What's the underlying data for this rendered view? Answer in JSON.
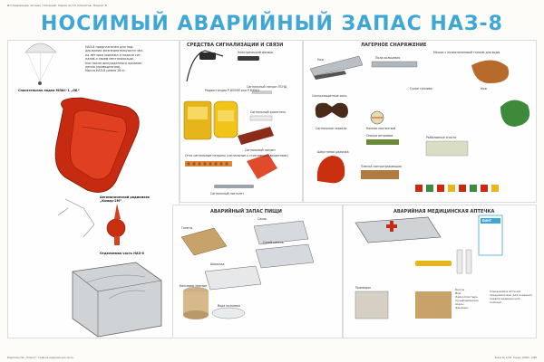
{
  "header": {
    "caption": "Исследование личных спасений. Серия из 10 плакатов. Плакат 8",
    "title": "НОСИМЫЙ АВАРИЙНЫЙ ЗАПАС НАЗ-8"
  },
  "intro": {
    "text_lines": [
      "НАЗ-8 предназначен для под-",
      "держания жизнедеятельности чел-",
      "на летчика экипажа и подачи сиг-",
      "налов о своем местонахожде-",
      "нии после вынужденного приземл-",
      "ления (приводнения).",
      "Масса НАЗ-8 равна 16 кг."
    ]
  },
  "labels": {
    "boat": "Спасательная лодка МЛАС-1 „ОБ“",
    "beacon": "Автоматический радиомаяк „Комар-2М“",
    "detach": "Отделяемая часть НАЗ-8",
    "radio": "Радиостанция Р-855УМ или Р-855А1",
    "torch": "Электрический фонарь",
    "cartridge": "Сигнальный патрон ПСНД",
    "flare": "Огни сигнальные патроны (сигнальные к стреляющим веществам)",
    "paint": "Сигнальный краситель",
    "smoke": "Сигнальный патрон",
    "shotgun": "Сигнальный пистолет",
    "mirror": "Сигнальное зеркало",
    "cap": "Шерстяная шапочка",
    "tube": "Пленка светоотражающая",
    "axe": "Нож",
    "glasses": "Солнцезащитные очки",
    "compass": "Компас магнитный",
    "fishing": "Рыболовные снасти",
    "matches": "Спички ветровые",
    "saw": "Пила кольцевая",
    "spoon": "Сухое топливо",
    "bag": "Мешок с полиэтиленовой тканью для воды",
    "knife2": "Нож"
  },
  "sections": {
    "signals": "СРЕДСТВА СИГНАЛИЗАЦИИ И СВЯЗИ",
    "camp": "ЛАГЕРНОЕ СНАРЯЖЕНИЕ",
    "food": "АВАРИЙНЫЙ ЗАПАС ПИЩИ",
    "med": "АВАРИЙНАЯ МЕДИЦИНСКАЯ АПТЕЧКА"
  },
  "food": {
    "labels": [
      "Галеты",
      "Сахар",
      "Сухой кисель",
      "Шоколад",
      "Консервы мясные",
      "Вода питьевая"
    ]
  },
  "med": {
    "box_label": "БИНТ",
    "pills_label": "Промедол",
    "list": [
      "Бинты",
      "Йод",
      "Лейкопластырь",
      "Сульфадимезин",
      "Аэрон",
      "Фенамин"
    ],
    "note": "Содержимое аптечки предназначено для оказания первой медицинской помощи."
  },
  "footer": {
    "left": "Издательство „Плакат“. Главная медицинская часть.",
    "right": "Заказ № 1234. Тираж 10000. 1985"
  },
  "colors": {
    "title": "#3fa7d6",
    "rubber": "#c62a10",
    "yellow": "#f0c419",
    "silver": "#9aa3ab"
  }
}
